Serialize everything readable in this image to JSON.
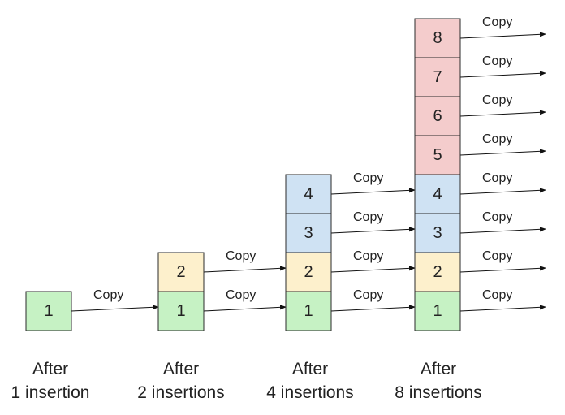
{
  "colors": {
    "green": "#c6f2c4",
    "yellow": "#fdf0cc",
    "blue": "#cfe2f3",
    "red": "#f4cccc"
  },
  "arrow_label": "Copy",
  "stages": [
    {
      "caption_line1": "After",
      "caption_line2": "1 insertion",
      "cells": [
        {
          "value": "1",
          "color": "green"
        }
      ]
    },
    {
      "caption_line1": "After",
      "caption_line2": "2 insertions",
      "cells": [
        {
          "value": "1",
          "color": "green"
        },
        {
          "value": "2",
          "color": "yellow"
        }
      ]
    },
    {
      "caption_line1": "After",
      "caption_line2": "4 insertions",
      "cells": [
        {
          "value": "1",
          "color": "green"
        },
        {
          "value": "2",
          "color": "yellow"
        },
        {
          "value": "3",
          "color": "blue"
        },
        {
          "value": "4",
          "color": "blue"
        }
      ]
    },
    {
      "caption_line1": "After",
      "caption_line2": "8 insertions",
      "cells": [
        {
          "value": "1",
          "color": "green"
        },
        {
          "value": "2",
          "color": "yellow"
        },
        {
          "value": "3",
          "color": "blue"
        },
        {
          "value": "4",
          "color": "blue"
        },
        {
          "value": "5",
          "color": "red"
        },
        {
          "value": "6",
          "color": "red"
        },
        {
          "value": "7",
          "color": "red"
        },
        {
          "value": "8",
          "color": "red"
        }
      ]
    }
  ]
}
